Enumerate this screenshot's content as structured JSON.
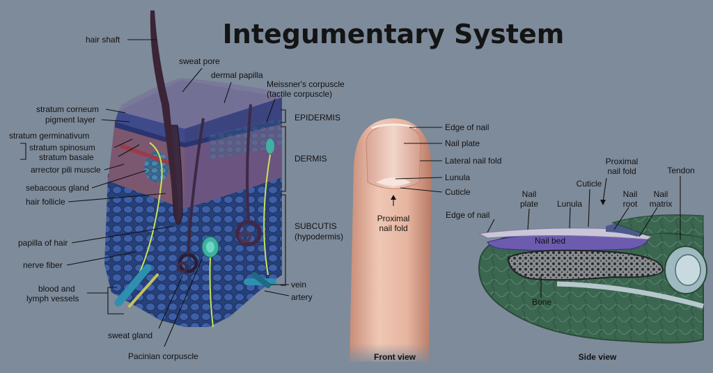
{
  "title": "Integumentary System",
  "skin_labels": {
    "hair_shaft": "hair shaft",
    "sweat_pore": "sweat pore",
    "dermal_papilla": "dermal papilla",
    "meissner_1": "Meissner's corpuscle",
    "meissner_2": "(tactile corpuscle)",
    "stratum_corneum": "stratum corneum",
    "pigment_layer": "pigment layer",
    "stratum_germinativum": "stratum germinativum",
    "stratum_spinosum": "stratum spinosum",
    "stratum_basale": "stratum basale",
    "arrector_pili": "arrector pili muscle",
    "sebaceous_gland": "sebacoous gland",
    "hair_follicle": "hair follicle",
    "papilla_of_hair": "papilla of hair",
    "nerve_fiber": "nerve fiber",
    "blood_lymph_1": "blood and",
    "blood_lymph_2": "lymph vessels",
    "sweat_gland": "sweat gland",
    "pacinian": "Pacinian corpuscle",
    "vein": "vein",
    "artery": "artery",
    "epidermis": "EPIDERMIS",
    "dermis": "DERMIS",
    "subcutis_1": "SUBCUTIS",
    "subcutis_2": "(hypodermis)"
  },
  "front_labels": {
    "edge_of_nail": "Edge of nail",
    "nail_plate": "Nail plate",
    "lateral_nail_fold": "Lateral nail fold",
    "lunula": "Lunula",
    "cuticle": "Cuticle",
    "proximal_1": "Proximal",
    "proximal_2": "nail fold",
    "view": "Front view"
  },
  "side_labels": {
    "proximal_1": "Proximal",
    "proximal_2": "nail fold",
    "tendon": "Tendon",
    "cuticle": "Cuticle",
    "nail_plate_1": "Nail",
    "nail_plate_2": "plate",
    "lunula": "Lunula",
    "nail_root_1": "Nail",
    "nail_root_2": "root",
    "nail_matrix_1": "Nail",
    "nail_matrix_2": "matrix",
    "edge_of_nail": "Edge of nail",
    "nail_bed": "Nail bed",
    "bone": "Bone",
    "view": "Side view"
  },
  "colors": {
    "background": "#7e8b9b",
    "epidermis": "#4a4f85",
    "dermis": "#7d6a8c",
    "subcutis": "#2e4a86",
    "finger": "#e0b3a0",
    "side_tissue": "#3f6a52",
    "nail_bed": "#6d5bb0"
  }
}
